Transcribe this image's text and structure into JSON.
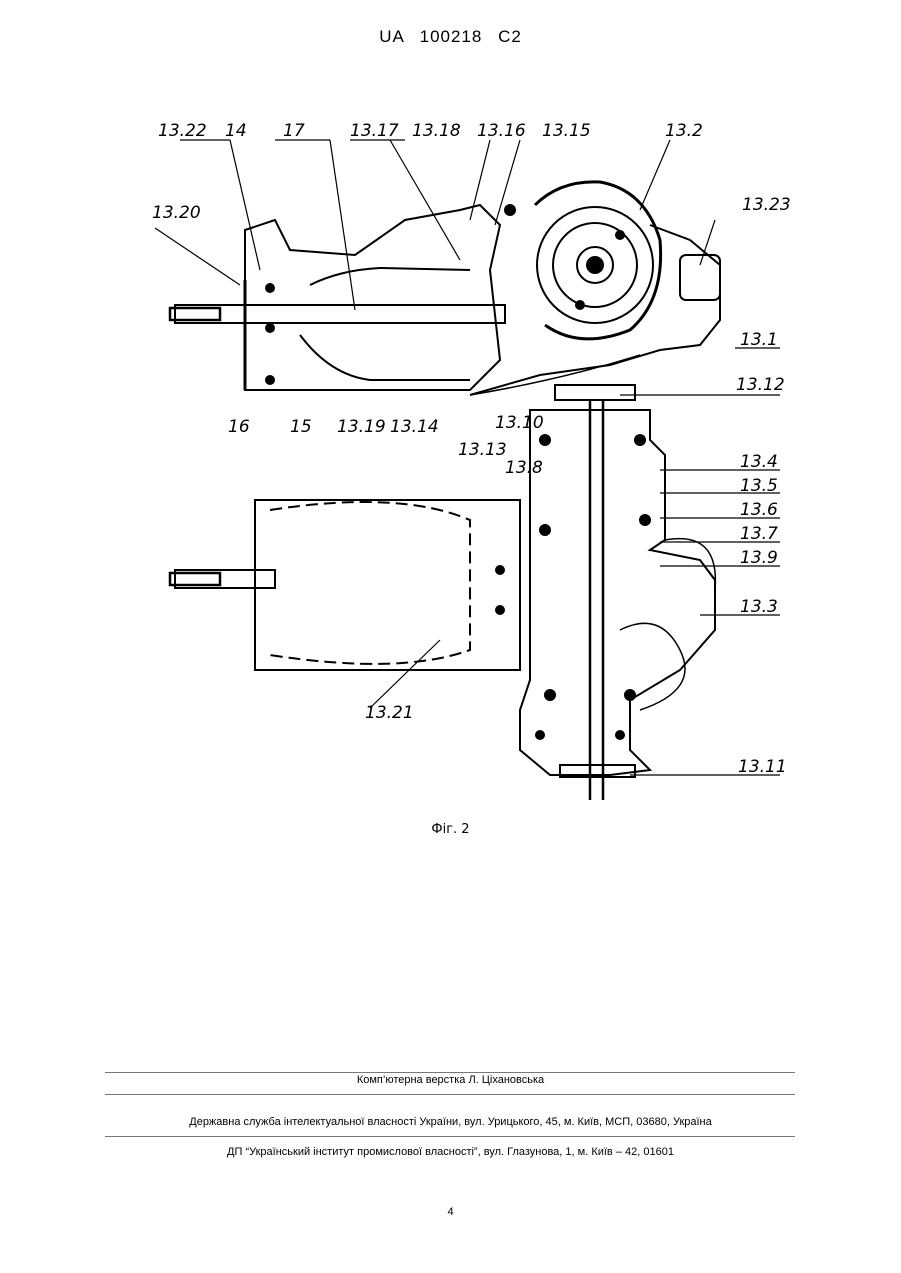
{
  "header": {
    "country": "UA",
    "number": "100218",
    "kind": "C2"
  },
  "figure": {
    "caption": "Фіг. 2",
    "labels_top": [
      "13.22",
      "14",
      "17",
      "13.17",
      "13.18",
      "13.16",
      "13.15",
      "13.2",
      "13.20",
      "13.23",
      "13.1",
      "16",
      "15",
      "13.19",
      "13.14",
      "13.12",
      "13.10",
      "13.13",
      "13.8"
    ],
    "labels_bottom": [
      "13.4",
      "13.5",
      "13.6",
      "13.7",
      "13.9",
      "13.3",
      "13.21",
      "13.11"
    ]
  },
  "footer": {
    "layout_credit": "Комп’ютерна верстка Л. Ціхановська",
    "agency": "Державна служба інтелектуальної власності України, вул. Урицького, 45, м. Київ, МСП, 03680, Україна",
    "institute": "ДП “Український інститут промислової власності”, вул. Глазунова, 1, м. Київ – 42, 01601"
  },
  "page_number": "4"
}
